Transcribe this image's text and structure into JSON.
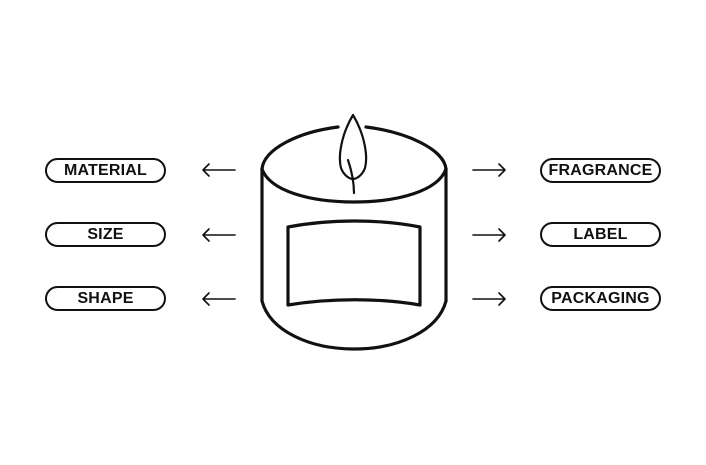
{
  "diagram": {
    "left_labels": [
      "MATERIAL",
      "SIZE",
      "SHAPE"
    ],
    "right_labels": [
      "FRAGRANCE",
      "LABEL",
      "PACKAGING"
    ],
    "center_icon": "candle-icon",
    "left_arrow_icon": "arrow-left-icon",
    "right_arrow_icon": "arrow-right-icon",
    "stroke_color": "#111111",
    "background_color": "#ffffff"
  }
}
